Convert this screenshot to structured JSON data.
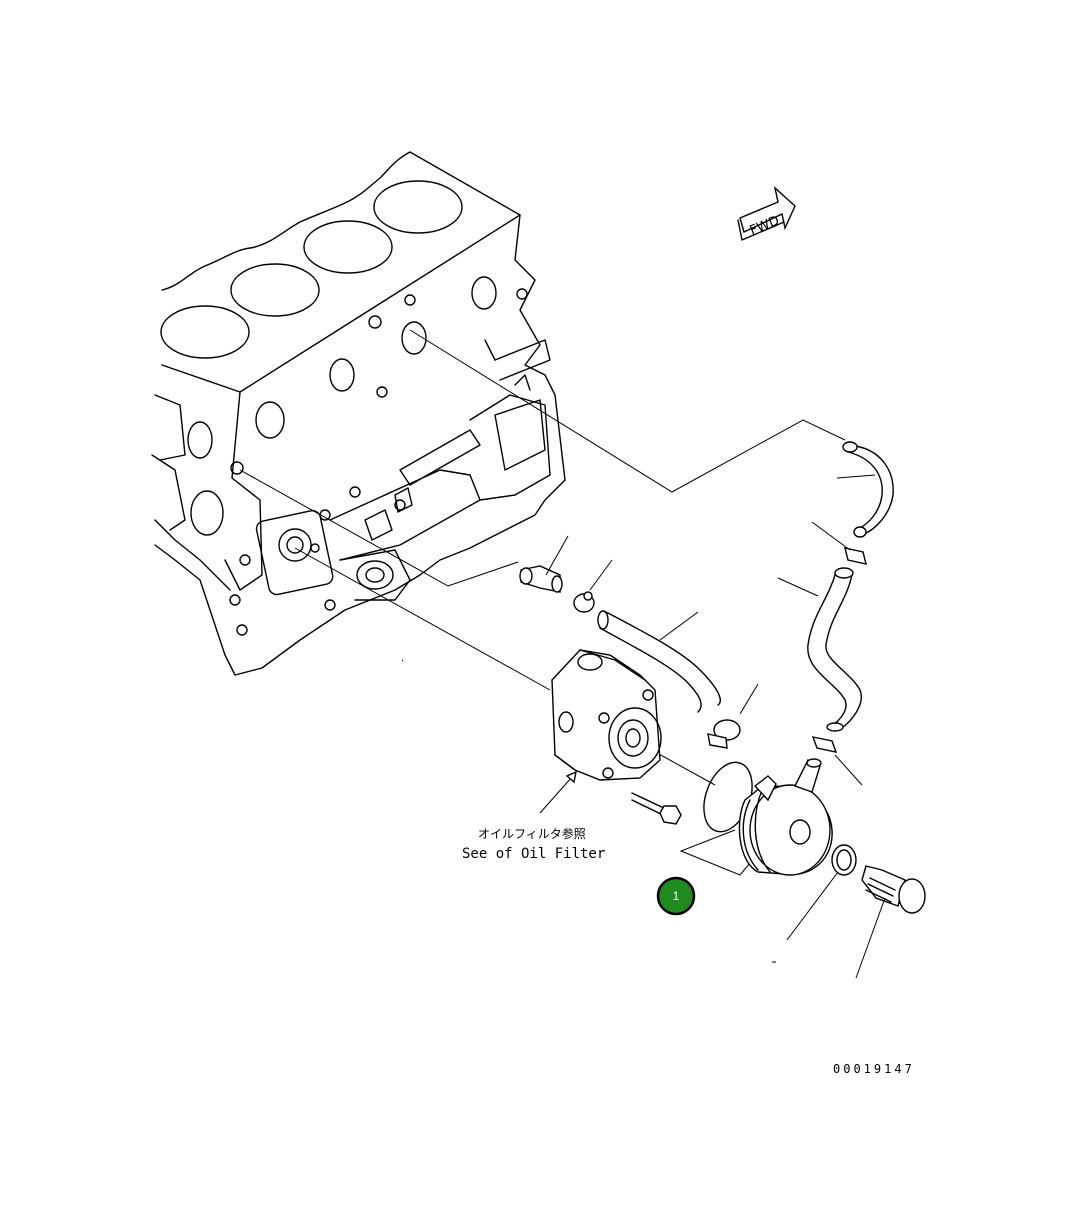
{
  "direction_marker": {
    "text": "FWD",
    "icon": "arrow-icon"
  },
  "note": {
    "japanese": "オイルフィルタ参照",
    "english": "See of Oil Filter"
  },
  "callout": {
    "number": "1",
    "color": "#1f8a1f"
  },
  "reference_number": "00019147"
}
